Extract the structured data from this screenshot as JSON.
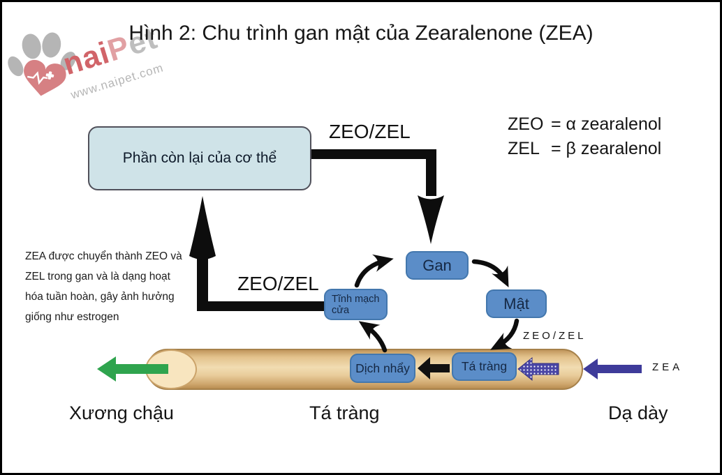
{
  "title": "Hình 2: Chu trình gan mật của Zearalenone (ZEA)",
  "watermark": {
    "name_part1": "nai",
    "name_part2": "P",
    "name_part3": "et",
    "url": "www.naipet.com"
  },
  "legend": {
    "rows": [
      {
        "term": "ZEO",
        "def": "= α zearalenol"
      },
      {
        "term": "ZEL",
        "def": "= β zearalenol"
      }
    ]
  },
  "body_box": {
    "label": "Phần còn lại của cơ thể"
  },
  "labels": {
    "zeozel_top": "ZEO/ZEL",
    "zeozel_left": "ZEO/ZEL",
    "zeozel_small": "ZEO/ZEL",
    "zea": "ZEA"
  },
  "note": {
    "lines": [
      "ZEA được chuyển thành ZEO và",
      "ZEL trong gan và là dạng hoạt",
      "hóa tuần hoàn, gây ảnh hưởng",
      "giống như estrogen"
    ]
  },
  "nodes": {
    "gan": "Gan",
    "mat": "Mật",
    "tinh_mach_cua_line1": "Tĩnh mạch",
    "tinh_mach_cua_line2": "cửa",
    "dich_nhay": "Dịch nhẩy",
    "ta_trang": "Tá tràng"
  },
  "bottom_labels": {
    "left": "Xương chậu",
    "center": "Tá tràng",
    "right": "Dạ dày"
  },
  "colors": {
    "node_blue": "#5b8dc8",
    "body_box_cyan": "#cfe3e8",
    "tube_tan": "#e9cd9c",
    "arrow_black": "#111111",
    "arrow_green": "#2fa44e",
    "arrow_indigo": "#3e3b9a",
    "logo_red": "#c94a50"
  }
}
